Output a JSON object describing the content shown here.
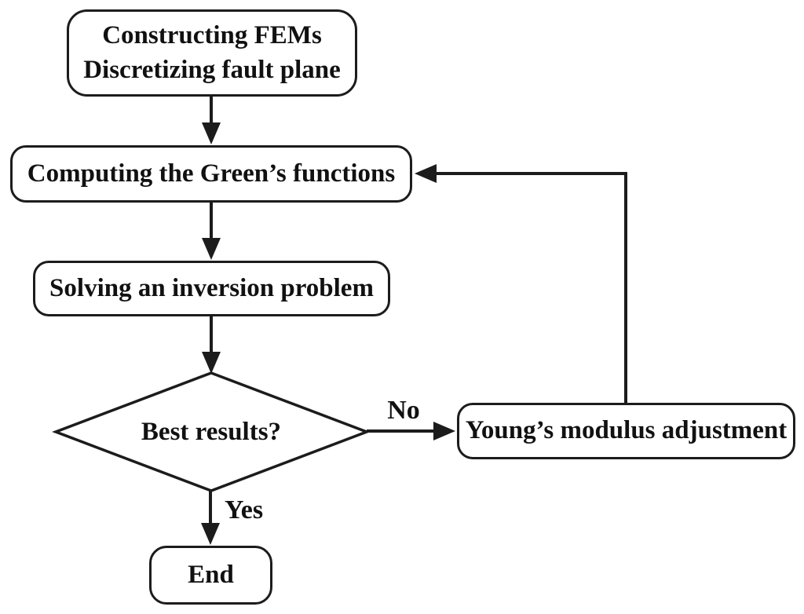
{
  "flowchart": {
    "nodes": {
      "constructing": {
        "line1": "Constructing FEMs",
        "line2": "Discretizing fault plane"
      },
      "computing": {
        "label": "Computing the Green’s functions"
      },
      "solving": {
        "label": "Solving an inversion problem"
      },
      "decision": {
        "label": "Best results?"
      },
      "adjustment": {
        "label": "Young’s modulus adjustment"
      },
      "end": {
        "label": "End"
      }
    },
    "edge_labels": {
      "no": "No",
      "yes": "Yes"
    },
    "colors": {
      "stroke": "#1c1c1c",
      "text": "#111111",
      "background": "#ffffff"
    }
  }
}
